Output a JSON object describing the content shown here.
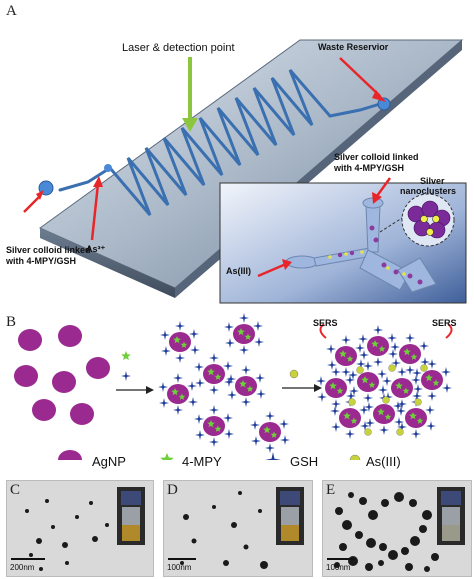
{
  "panel_a": {
    "label": "A",
    "laser_label": "Laser & detection point",
    "waste_label": "Waste Reservior",
    "silver_colloid_left_line1": "Silver colloid linked",
    "silver_colloid_left_line2": "with 4-MPY/GSH",
    "arsenic_ion_label": "As³⁺",
    "inset": {
      "silver_colloid_line1": "Silver colloid linked",
      "silver_colloid_line2": "with 4-MPY/GSH",
      "silver_nano_line1": "Silver",
      "silver_nano_line2": "nanoclusters",
      "as_label": "As(III)"
    }
  },
  "panel_b": {
    "label": "B",
    "sers_left": "SERS",
    "sers_right": "SERS"
  },
  "legend": {
    "agnp": "AgNP",
    "mpy": "4-MPY",
    "gsh": "GSH",
    "as": "As(III)"
  },
  "tem_panels": [
    {
      "label": "C",
      "scale": "200nm"
    },
    {
      "label": "D",
      "scale": "100nm"
    },
    {
      "label": "E",
      "scale": "100nm"
    }
  ],
  "colors": {
    "agnp": "#9a2a8f",
    "mpy": "#6fcf3a",
    "gsh": "#1f3c9a",
    "as": "#c8d23a",
    "arrow_red": "#e8262a",
    "laser_arrow": "#8cc63f"
  }
}
